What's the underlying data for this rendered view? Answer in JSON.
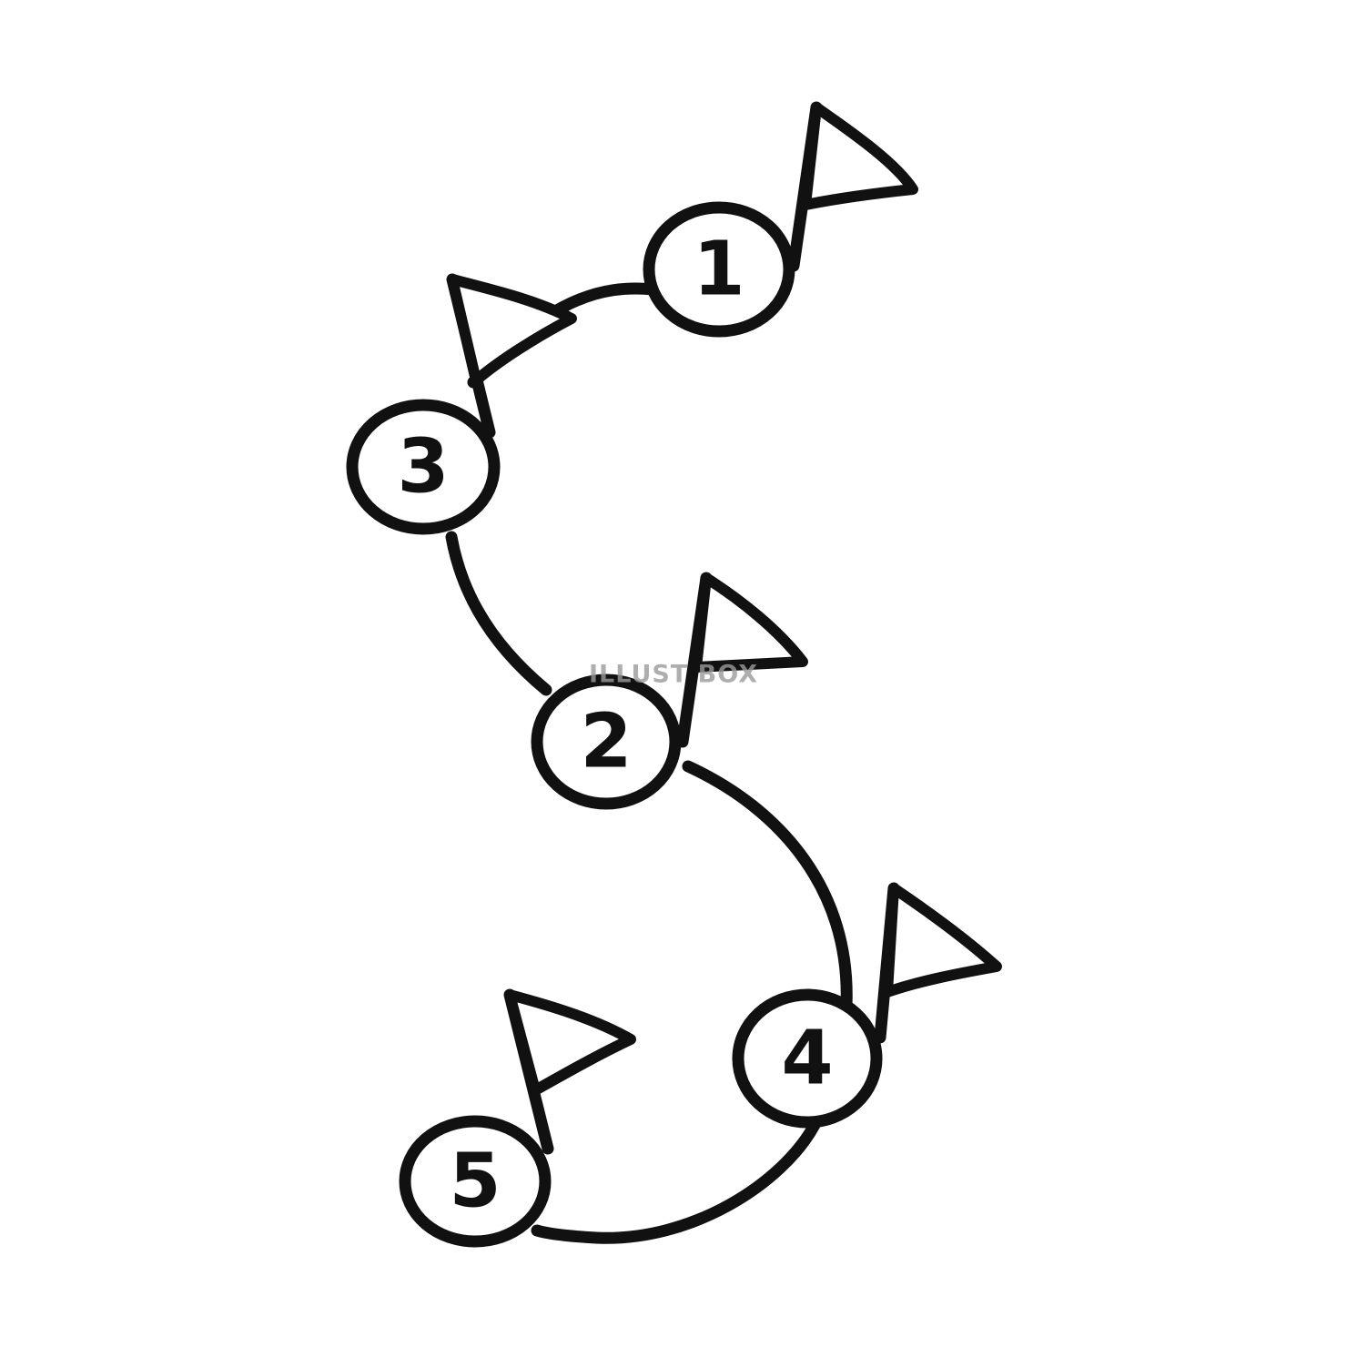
{
  "diagram": {
    "nodes": [
      {
        "label": "1"
      },
      {
        "label": "2"
      },
      {
        "label": "3"
      },
      {
        "label": "4"
      },
      {
        "label": "5"
      }
    ],
    "watermark": "ILLUST BOX"
  },
  "colors": {
    "ink": "#111111",
    "background": "#ffffff",
    "watermark": "#9a9a9a"
  }
}
